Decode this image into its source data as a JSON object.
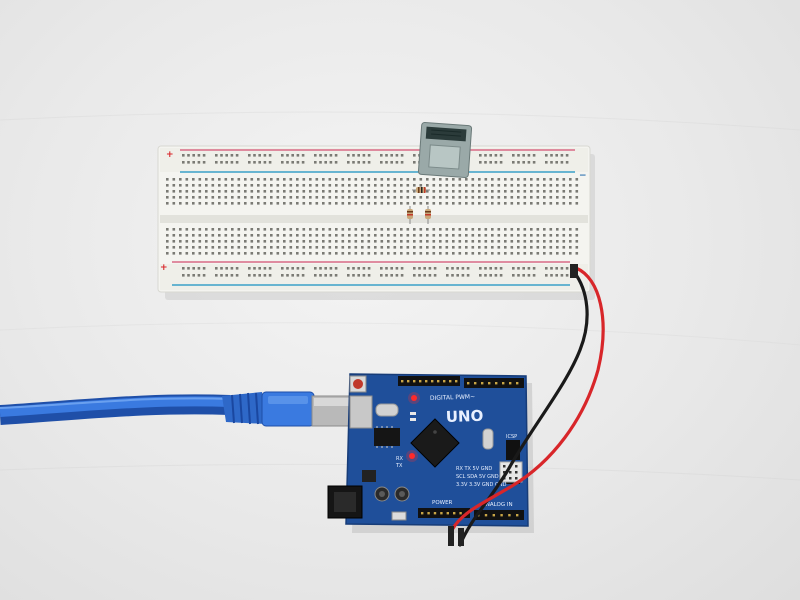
{
  "scene": {
    "description_none": "",
    "board_printing": {
      "uno": "UNO",
      "digital_pwm": "DIGITAL PWM~",
      "power": "POWER",
      "analog_in": "ANALOG IN",
      "rx": "RX",
      "tx": "TX",
      "icsp": "ICSP",
      "pin_row_1": "RX  TX  5V  GND",
      "pin_row_2": "SCL SDA 5V  GND",
      "pin_row_3": "3.3V 3.3V GND GND"
    },
    "rail_signs": {
      "plus": "+",
      "minus": "−"
    },
    "colors": {
      "table": "#e9e9e9",
      "breadboard": "#f3f3ef",
      "board_pcb": "#1f4f9a",
      "usb_cable": "#2f6fd0",
      "wire_red": "#d8262a",
      "wire_black": "#1a1a1a",
      "rail_red": "#d86a86",
      "rail_blue": "#3aa0c8",
      "led_red": "#ff2a2a"
    }
  }
}
